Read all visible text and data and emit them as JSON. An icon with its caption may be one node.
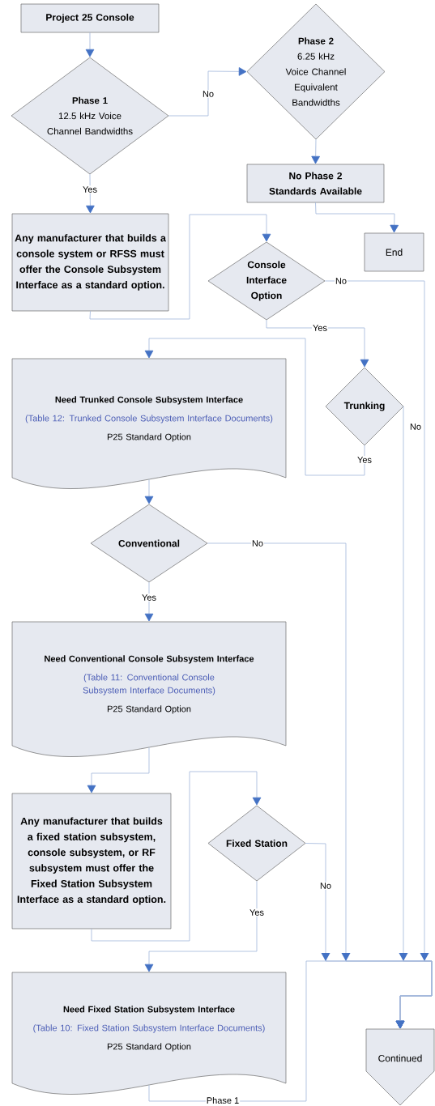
{
  "diagram": {
    "nodes": [
      {
        "text": [
          "Project 25 Console"
        ]
      },
      {
        "text": [
          "Phase 1",
          "12.5 kHz Voice Channel Bandwidths"
        ]
      },
      {
        "text": [
          "Phase 2",
          "6.25 kHz Voice Channel Equivalent Bandwidths"
        ]
      },
      {
        "text": [
          "No Phase 2 Standards Available"
        ]
      },
      {
        "text": [
          "End"
        ]
      },
      {
        "text": [
          "Any manufacturer that builds a console system or RFSS must offer the Console Subsystem Interface as a standard option."
        ]
      },
      {
        "text": [
          "Console Interface Option"
        ]
      },
      {
        "text": [
          "Trunking"
        ]
      },
      {
        "text": [
          "Need Trunked Console Subsystem Interface",
          "(Table 12: Trunked Console Subsystem Interface Documents)",
          "P25 Standard Option"
        ]
      },
      {
        "text": [
          "Conventional"
        ]
      },
      {
        "text": [
          "Need Conventional Console Subsystem Interface",
          "(Table 11: Conventional Console Subsystem Interface Documents)",
          "P25 Standard Option"
        ]
      },
      {
        "text": [
          "Any manufacturer that builds a fixed station subsystem, console subsystem,  or RF subsystem must offer the Fixed Station Subsystem Interface as a standard option."
        ]
      },
      {
        "text": [
          "Fixed Station"
        ]
      },
      {
        "text": [
          "Need Fixed Station Subsystem Interface",
          "(Table 10: Fixed Station Subsystem Interface Documents)",
          "P25 Standard Option"
        ]
      },
      {
        "text": [
          "Continued"
        ]
      }
    ],
    "edges": [
      {
        "from": 0,
        "to": 1,
        "arrow": "to"
      },
      {
        "from": 1,
        "to": 2,
        "arrow": "to",
        "label": "No"
      },
      {
        "from": 1,
        "to": 5,
        "arrow": "to",
        "label": "Yes"
      },
      {
        "from": 2,
        "to": 3,
        "arrow": "to"
      },
      {
        "from": 3,
        "to": 4,
        "arrow": "to"
      },
      {
        "from": 5,
        "to": 6,
        "arrow": "to"
      },
      {
        "from": 6,
        "to": 7,
        "arrow": "to",
        "label": "Yes"
      },
      {
        "from": 6,
        "to": 14,
        "arrow": "to",
        "label": "No"
      },
      {
        "from": 7,
        "to": 8,
        "arrow": "to",
        "label": "Yes"
      },
      {
        "from": 7,
        "to": 14,
        "arrow": "to",
        "label": "No"
      },
      {
        "from": 8,
        "to": 9,
        "arrow": "to"
      },
      {
        "from": 9,
        "to": 10,
        "arrow": "to",
        "label": "Yes"
      },
      {
        "from": 9,
        "to": 14,
        "arrow": "to",
        "label": "No"
      },
      {
        "from": 10,
        "to": 11,
        "arrow": "to"
      },
      {
        "from": 11,
        "to": 12,
        "arrow": "to"
      },
      {
        "from": 12,
        "to": 13,
        "arrow": "to",
        "label": "Yes"
      },
      {
        "from": 12,
        "to": 14,
        "arrow": "to",
        "label": "No"
      },
      {
        "from": 13,
        "to": 14,
        "arrow": "to",
        "label": "Phase 1"
      }
    ]
  }
}
